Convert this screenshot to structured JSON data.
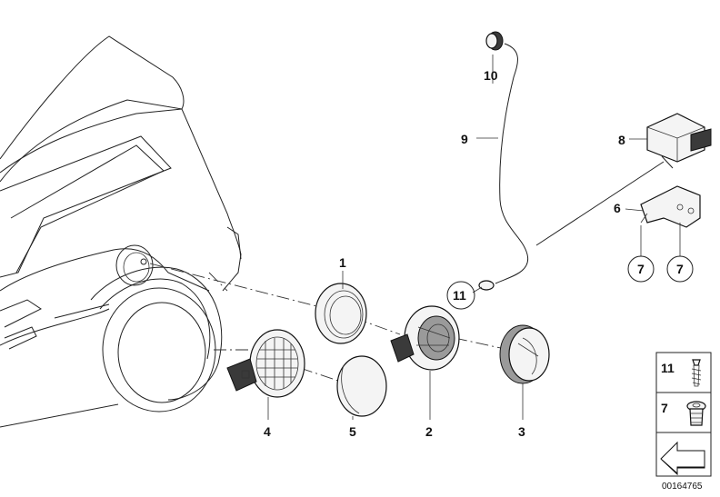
{
  "callouts": {
    "c1": "1",
    "c2": "2",
    "c3": "3",
    "c4": "4",
    "c5": "5",
    "c6": "6",
    "c7a": "7",
    "c7b": "7",
    "c8": "8",
    "c9": "9",
    "c10": "10",
    "c11": "11"
  },
  "legend": {
    "item_a": "11",
    "item_b": "7"
  },
  "drawing_number": "00164765"
}
